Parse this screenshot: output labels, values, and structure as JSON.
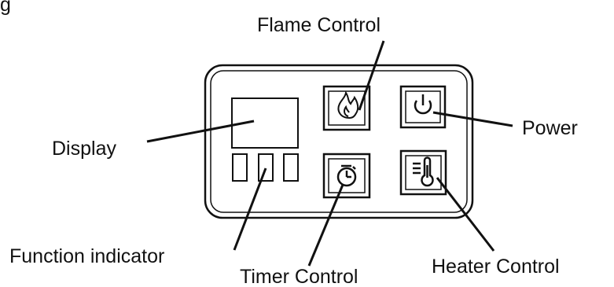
{
  "header_partial": "g",
  "labels": {
    "flame_control": "Flame Control",
    "display": "Display",
    "power": "Power",
    "function_indicator": "Function indicator",
    "timer_control": "Timer Control",
    "heater_control": "Heater Control"
  },
  "buttons": [
    {
      "id": "flame",
      "icon": "flame-icon"
    },
    {
      "id": "power",
      "icon": "power-icon"
    },
    {
      "id": "timer",
      "icon": "timer-icon"
    },
    {
      "id": "heater",
      "icon": "thermometer-icon"
    }
  ],
  "function_indicator_count": 3,
  "colors": {
    "line": "#111111",
    "background": "#ffffff"
  }
}
